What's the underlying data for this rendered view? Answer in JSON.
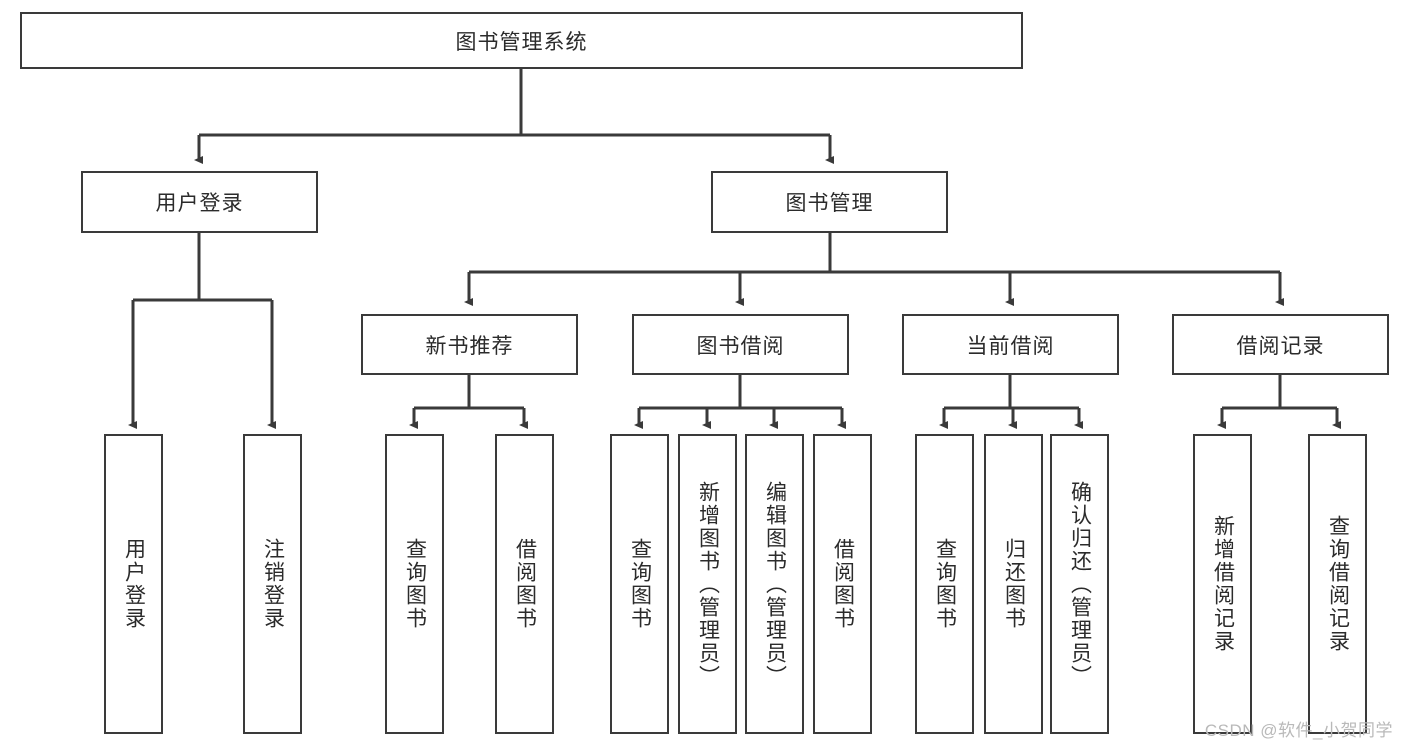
{
  "diagram": {
    "type": "tree-hierarchy-chart",
    "title_node": {
      "label": "图书管理系统"
    },
    "level2": [
      {
        "id": "user-login",
        "label": "用户登录"
      },
      {
        "id": "book-management",
        "label": "图书管理"
      }
    ],
    "level3": [
      {
        "id": "new-book-recommend",
        "label": "新书推荐"
      },
      {
        "id": "book-borrow",
        "label": "图书借阅"
      },
      {
        "id": "current-borrow",
        "label": "当前借阅"
      },
      {
        "id": "borrow-record",
        "label": "借阅记录"
      }
    ],
    "leaves": {
      "user_login": [
        {
          "id": "leaf-user-login",
          "label": "用户登录"
        },
        {
          "id": "leaf-logout-login",
          "label": "注销登录"
        }
      ],
      "new_book_recommend": [
        {
          "id": "leaf-query-book-1",
          "label": "查询图书"
        },
        {
          "id": "leaf-borrow-book-1",
          "label": "借阅图书"
        }
      ],
      "book_borrow": [
        {
          "id": "leaf-query-book-2",
          "label": "查询图书"
        },
        {
          "id": "leaf-add-book",
          "label": "新增图书（管理员）"
        },
        {
          "id": "leaf-edit-book",
          "label": "编辑图书（管理员）"
        },
        {
          "id": "leaf-borrow-book-2",
          "label": "借阅图书"
        }
      ],
      "current_borrow": [
        {
          "id": "leaf-query-book-3",
          "label": "查询图书"
        },
        {
          "id": "leaf-return-book",
          "label": "归还图书"
        },
        {
          "id": "leaf-confirm-return",
          "label": "确认归还（管理员）"
        }
      ],
      "borrow_record": [
        {
          "id": "leaf-add-record",
          "label": "新增借阅记录"
        },
        {
          "id": "leaf-query-record",
          "label": "查询借阅记录"
        }
      ]
    },
    "watermark": "CSDN @软件_小贺同学",
    "colors": {
      "stroke": "#3a3a3a",
      "background": "#ffffff",
      "text": "#2b2b2b",
      "watermark": "#b9b9b9"
    }
  }
}
